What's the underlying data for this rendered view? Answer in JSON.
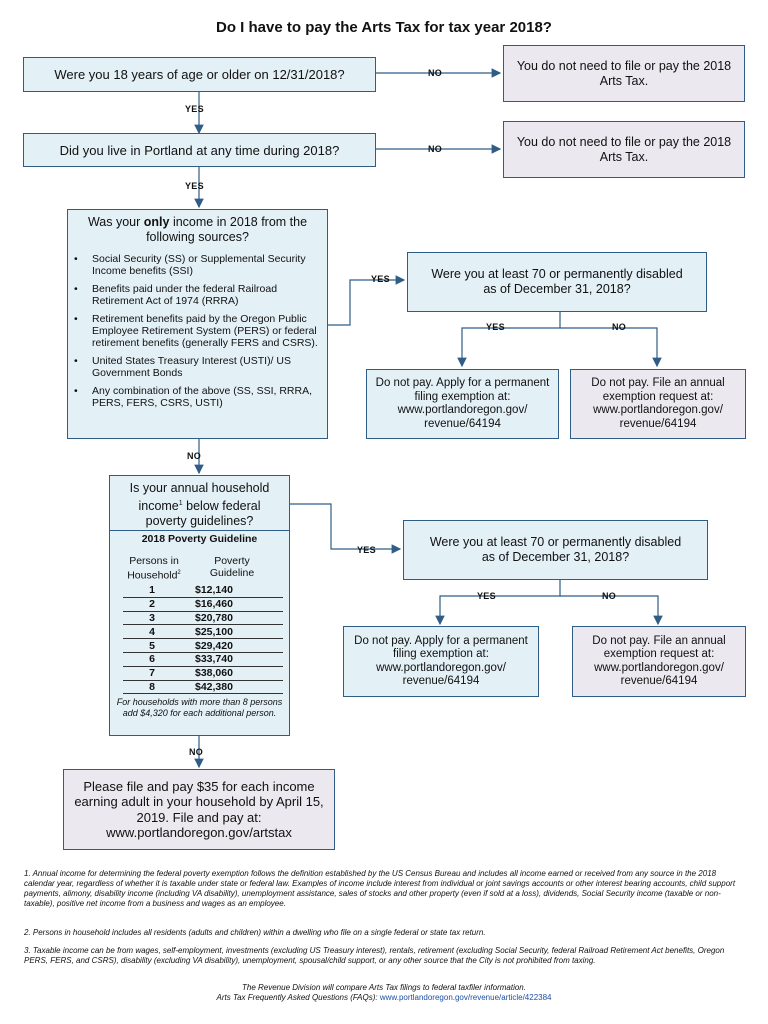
{
  "title": "Do I have to pay the Arts Tax for tax year 2018?",
  "q1": "Were you 18 years of age or older on 12/31/2018?",
  "r1": "You do not need to file or pay the 2018 Arts Tax.",
  "q2": "Did you live in Portland at any time during 2018?",
  "r2": "You do not need to file or pay the 2018 Arts Tax.",
  "q3": {
    "pre": "Was your ",
    "bold": "only",
    "post": " income in 2018 from the following sources?",
    "items": [
      "Social Security (SS) or Supplemental Security Income benefits (SSI)",
      "Benefits paid under the federal Railroad Retirement Act of 1974 (RRRA)",
      "Retirement benefits paid by the Oregon Public Employee Retirement System (PERS) or federal retirement benefits (generally FERS and CSRS).",
      "United States Treasury Interest (USTI)/ US Government Bonds",
      "Any combination of the above (SS, SSI, RRRA, PERS, FERS, CSRS, USTI)"
    ]
  },
  "q4": "Were you at least 70 or permanently disabled as of December 31, 2018?",
  "r_exempt_a": "Do not pay. Apply for a permanent filing exemption at: www.portlandoregon.gov/ revenue/64194",
  "r_exempt_b": "Do not pay. File an annual exemption request at: www.portlandoregon.gov/ revenue/64194",
  "q5": {
    "line1": "Is your annual household",
    "line2a": "income",
    "sup": "1",
    "line2b": "below federal",
    "line3": "poverty guidelines?"
  },
  "poverty": {
    "heading": "2018 Poverty Guideline",
    "col1a": "Persons in",
    "col1b": "Household",
    "col1sup": "2",
    "col2a": "Poverty",
    "col2b": "Guideline",
    "rows": [
      {
        "n": "1",
        "v": "$12,140"
      },
      {
        "n": "2",
        "v": "$16,460"
      },
      {
        "n": "3",
        "v": "$20,780"
      },
      {
        "n": "4",
        "v": "$25,100"
      },
      {
        "n": "5",
        "v": "$29,420"
      },
      {
        "n": "6",
        "v": "$33,740"
      },
      {
        "n": "7",
        "v": "$38,060"
      },
      {
        "n": "8",
        "v": "$42,380"
      }
    ],
    "note": "For households with more than 8 persons add $4,320 for each additional person."
  },
  "q6": "Were you at least 70 or permanently disabled as of December 31, 2018?",
  "r_final": "Please file and pay $35 for each income earning adult in your household by April 15, 2019. File and pay at: www.portlandoregon.gov/artstax",
  "labels": {
    "yes": "YES",
    "no": "NO"
  },
  "footnotes": {
    "f1": "1. Annual income for determining the federal poverty exemption follows the definition established by the US Census Bureau and includes all income earned or received from any source in the 2018 calendar year, regardless of whether it is taxable under state or federal law. Examples of income include interest from individual or joint savings accounts or other interest bearing accounts, child support payments, alimony, disability income (including VA disability), unemployment assistance, sales of stocks and other property (even if sold at a loss), dividends, Social Security income (taxable or non-taxable), positive net income from a business and wages as an employee.",
    "f2": "2. Persons in household includes all residents (adults and children) within a dwelling who file on a single federal or state tax return.",
    "f3": "3. Taxable income can be from wages, self-employment, investments (excluding US Treasury interest), rentals, retirement (excluding Social Security, federal Railroad Retirement Act benefits, Oregon PERS, FERS, and CSRS), disability (excluding VA disability), unemployment, spousal/child support, or any other source that the City is not prohibited from taxing.",
    "compare": "The Revenue Division will compare Arts Tax filings to federal taxfiler information.",
    "faq_label": "Arts Tax Frequently Asked Questions (FAQs):",
    "faq_link": "www.portlandoregon.gov/revenue/article/422384"
  },
  "colors": {
    "border": "#2f5d86",
    "question_fill": "#e3f0f6",
    "result_fill": "#ebe8ef",
    "link": "#1f4fa3"
  }
}
